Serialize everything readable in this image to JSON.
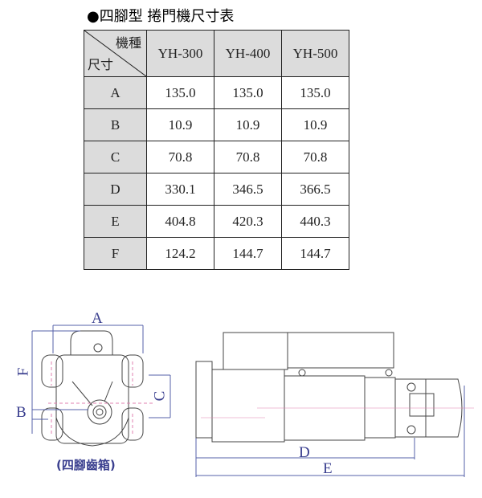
{
  "title": "●四腳型  捲門機尺寸表",
  "table": {
    "corner_top": "機種",
    "corner_bottom": "尺寸",
    "models": [
      "YH-300",
      "YH-400",
      "YH-500"
    ],
    "rows": [
      {
        "dim": "A",
        "values": [
          "135.0",
          "135.0",
          "135.0"
        ]
      },
      {
        "dim": "B",
        "values": [
          "10.9",
          "10.9",
          "10.9"
        ]
      },
      {
        "dim": "C",
        "values": [
          "70.8",
          "70.8",
          "70.8"
        ]
      },
      {
        "dim": "D",
        "values": [
          "330.1",
          "346.5",
          "366.5"
        ]
      },
      {
        "dim": "E",
        "values": [
          "404.8",
          "420.3",
          "440.3"
        ]
      },
      {
        "dim": "F",
        "values": [
          "124.2",
          "144.7",
          "144.7"
        ]
      }
    ]
  },
  "drawing": {
    "labels": {
      "a": "A",
      "b": "B",
      "c": "C",
      "d": "D",
      "e": "E",
      "f": "F"
    },
    "caption": "(四腳齒箱)"
  }
}
